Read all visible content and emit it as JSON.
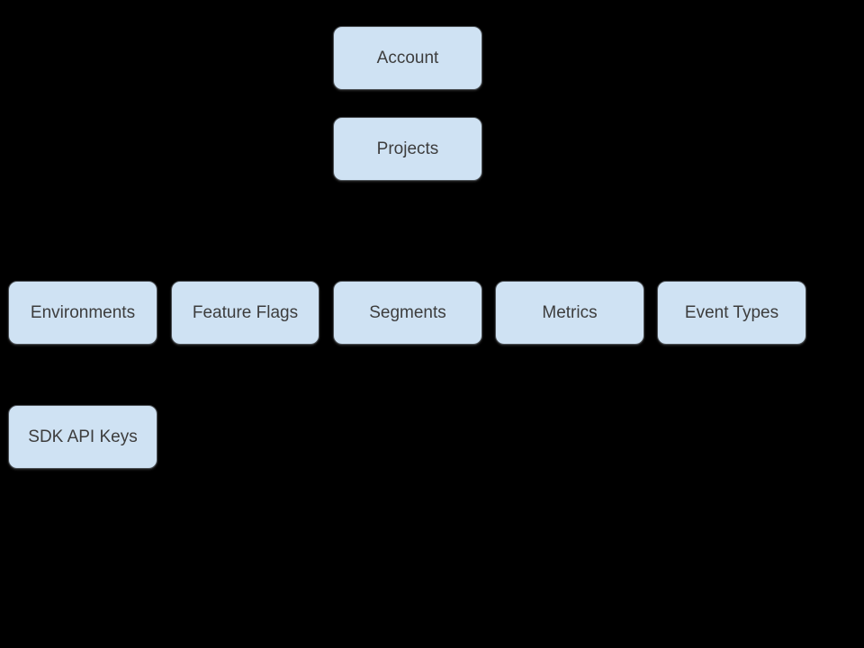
{
  "diagram": {
    "background_color": "#000000",
    "node_fill_color": "#cfe2f3",
    "node_border_color": "#4a4f54",
    "node_text_color": "#3d3d3d",
    "nodes": [
      {
        "id": "account",
        "label": "Account"
      },
      {
        "id": "projects",
        "label": "Projects"
      },
      {
        "id": "environments",
        "label": "Environments"
      },
      {
        "id": "feature-flags",
        "label": "Feature Flags"
      },
      {
        "id": "segments",
        "label": "Segments"
      },
      {
        "id": "metrics",
        "label": "Metrics"
      },
      {
        "id": "event-types",
        "label": "Event Types"
      },
      {
        "id": "sdk-api-keys",
        "label": "SDK API Keys"
      }
    ]
  }
}
